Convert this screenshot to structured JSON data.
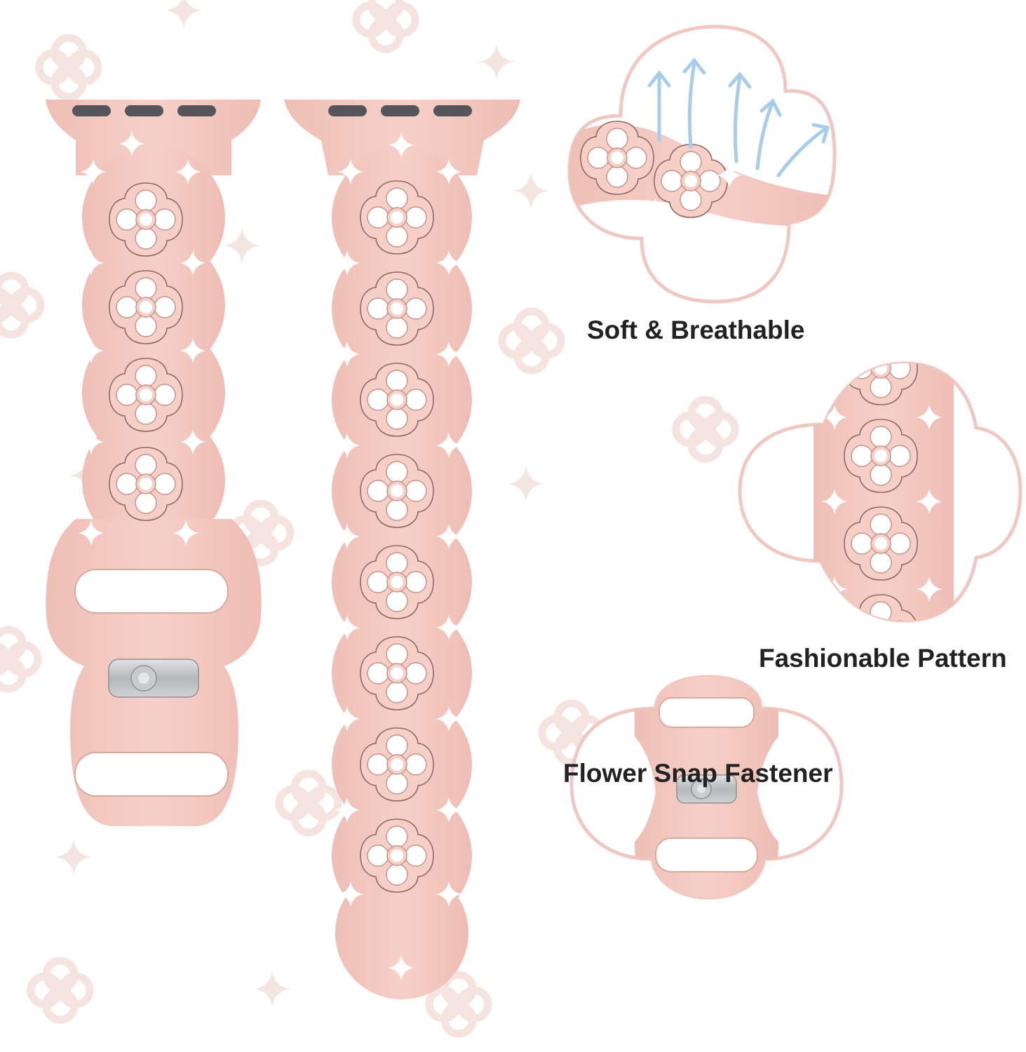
{
  "colors": {
    "band": "#f4cbc3",
    "band_shadow": "#e3b0a7",
    "band_edge": "#c49088",
    "outline": "#f0c8c2",
    "deco_flower": "#f7e6e2",
    "deco_star": "#f2e4e0",
    "connector_slot": "#55555a",
    "snap_metal": "#b8babd",
    "airflow": "#9fc6e8",
    "text": "#222222"
  },
  "features": [
    {
      "label": "Soft & Breathable",
      "icon": "airflow-arrows-icon"
    },
    {
      "label": "Fashionable Pattern",
      "icon": "flower-pattern-icon"
    },
    {
      "label": "Flower Snap Fastener",
      "icon": "flower-snap-icon"
    }
  ],
  "products": {
    "short_strap": {
      "name": "short-strap-with-snap",
      "pattern": "flower-cutout",
      "flower_count": 4
    },
    "long_strap": {
      "name": "long-strap-with-holes",
      "pattern": "flower-cutout",
      "flower_count": 8
    }
  }
}
